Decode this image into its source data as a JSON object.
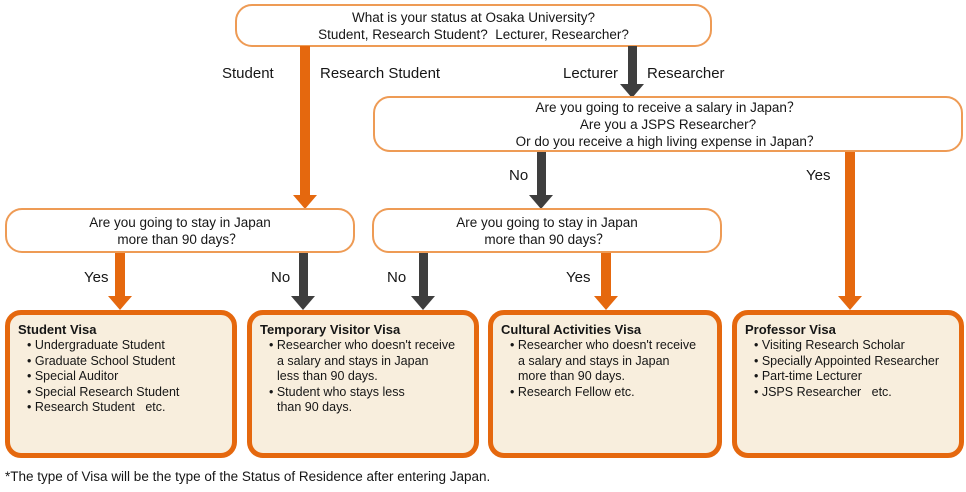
{
  "colors": {
    "orange_strong": "#e5680e",
    "orange_border_light": "#ee9b55",
    "arrow_dark": "#3e3e3e",
    "result_box_fill": "#f8eedd",
    "text": "#161616"
  },
  "status_question": {
    "line1": "What is your status at Osaka University?",
    "line2": "Student, Research Student?  Lecturer, Researcher?"
  },
  "branch_labels": {
    "student": "Student",
    "research_student": "Research Student",
    "lecturer": "Lecturer",
    "researcher": "Researcher"
  },
  "salary_question": {
    "line1": "Are you going to receive a salary in Japan？",
    "line2": "Are you a JSPS Researcher?",
    "line3": "Or do you receive a high living expense in Japan？"
  },
  "salary_branch_labels": {
    "no": "No",
    "yes": "Yes"
  },
  "stay_question_left": {
    "line1": "Are you going to stay in Japan",
    "line2": "more than 90 days？"
  },
  "stay_question_right": {
    "line1": "Are you going to stay in Japan",
    "line2": "more than 90 days？"
  },
  "stay_left_branch_labels": {
    "yes": "Yes",
    "no": "No"
  },
  "stay_right_branch_labels": {
    "no": "No",
    "yes": "Yes"
  },
  "visa_boxes": [
    {
      "title": "Student Visa",
      "lines": [
        "• Undergraduate Student",
        "• Graduate School Student",
        "• Special Auditor",
        "• Special Research Student",
        "• Research Student   etc."
      ]
    },
    {
      "title": "Temporary Visitor Visa",
      "lines": [
        "• Researcher who doesn't receive",
        "a salary and stays in Japan",
        "less than 90 days.",
        "• Student who stays less",
        "than 90 days."
      ]
    },
    {
      "title": "Cultural Activities Visa",
      "lines": [
        "• Researcher who doesn't receive",
        "a salary and stays in Japan",
        "more than 90 days.",
        "• Research Fellow etc."
      ]
    },
    {
      "title": "Professor Visa",
      "lines": [
        "• Visiting Research Scholar",
        "• Specially Appointed Researcher",
        "• Part-time Lecturer",
        "• JSPS Researcher   etc."
      ]
    }
  ],
  "footnote": "*The type of Visa will be the type of the Status of Residence after entering Japan."
}
